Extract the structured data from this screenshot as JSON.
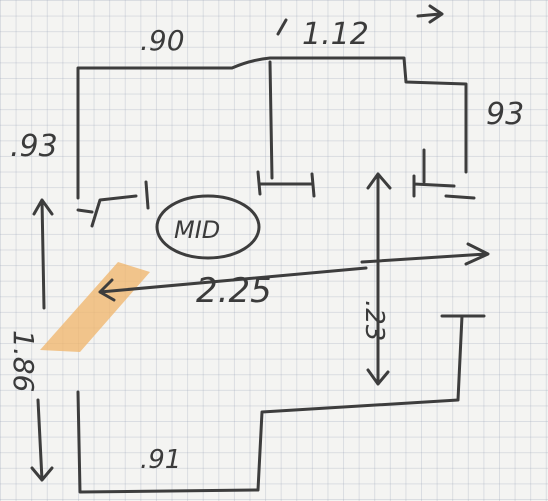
{
  "diagram": {
    "dimension_top_left": ".90",
    "dimension_top_right": "1.12",
    "dimension_left": ".93",
    "dimension_right": "93",
    "dimension_width": "2.25",
    "dimension_depth": ".23",
    "dimension_height": "1.86",
    "dimension_bottom": ".91",
    "center_label": "MID"
  },
  "colors": {
    "paper": "#f4f4f2",
    "grid": "#b4bccb",
    "pencil": "#3d3d3d",
    "tape": "#f0b468"
  }
}
